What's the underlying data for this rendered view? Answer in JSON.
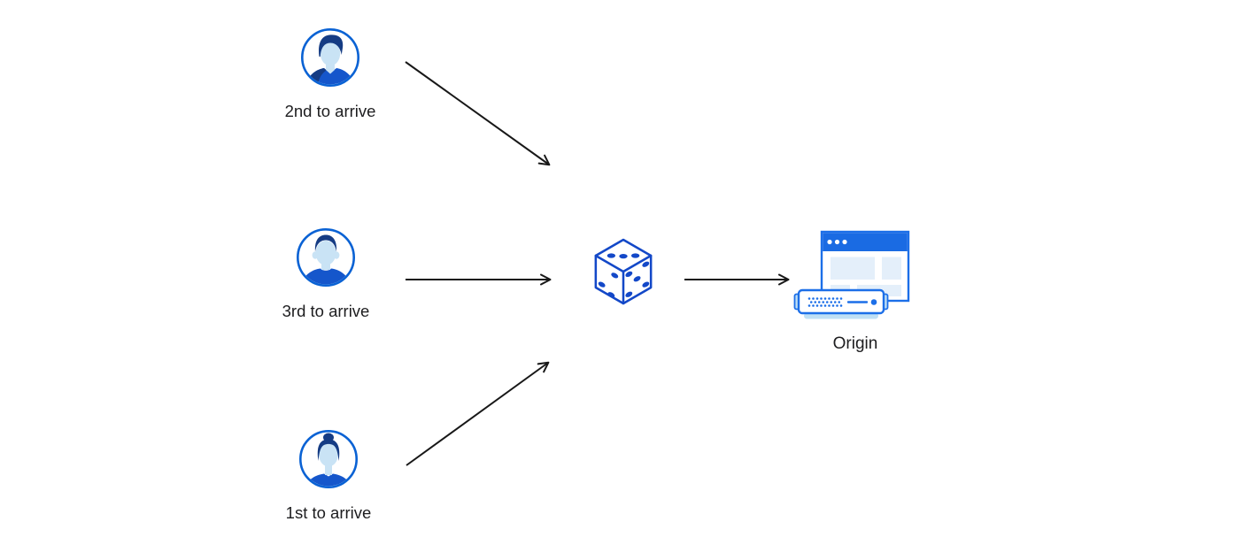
{
  "diagram": {
    "clients": [
      {
        "label": "2nd to arrive",
        "icon": "avatar-man-quiff-icon"
      },
      {
        "label": "3rd to arrive",
        "icon": "avatar-man-shorthair-icon"
      },
      {
        "label": "1st to arrive",
        "icon": "avatar-woman-bun-icon"
      }
    ],
    "selector": {
      "icon": "dice-icon",
      "dice_pips": {
        "top_face": 3,
        "left_face": 3,
        "right_face": 5
      }
    },
    "origin": {
      "label": "Origin",
      "icon": "origin-window-server-icon"
    },
    "connections": [
      {
        "from": "2nd to arrive",
        "to": "dice"
      },
      {
        "from": "3rd to arrive",
        "to": "dice"
      },
      {
        "from": "1st to arrive",
        "to": "dice"
      },
      {
        "from": "dice",
        "to": "Origin"
      }
    ],
    "colors": {
      "accent": "#1348C8",
      "avatar_ring": "#0A62D4",
      "navy": "#153C84",
      "skin": "#C9E3F5",
      "shirt": "#1556CB",
      "titlebar": "#1A6BE3",
      "window_stroke": "#1C6FE8",
      "panel": "#E4EFFA",
      "soft": "#BFE0F5",
      "arrow": "#181818",
      "label_text": "#1D1D1F"
    }
  }
}
